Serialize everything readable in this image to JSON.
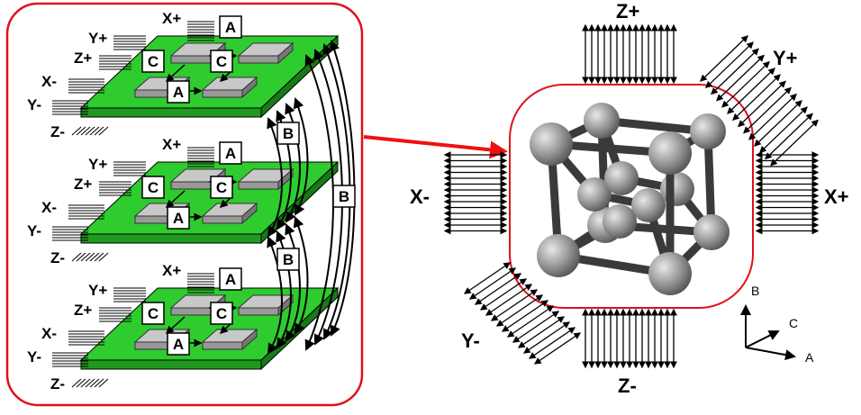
{
  "module_labels": {
    "chip_a": "A",
    "chip_c": "C",
    "link_b": "B"
  },
  "edge_labels": {
    "x_plus": "X+",
    "x_minus": "X-",
    "y_plus": "Y+",
    "y_minus": "Y-",
    "z_plus": "Z+",
    "z_minus": "Z-"
  },
  "axes": {
    "a": "A",
    "b": "B",
    "c": "C"
  },
  "colors": {
    "frame": "#e0101c",
    "board": "#2ecc2e",
    "board_edge": "#0a5a0a",
    "chip": "#c8c8c8",
    "arrow": "#ee1111"
  }
}
